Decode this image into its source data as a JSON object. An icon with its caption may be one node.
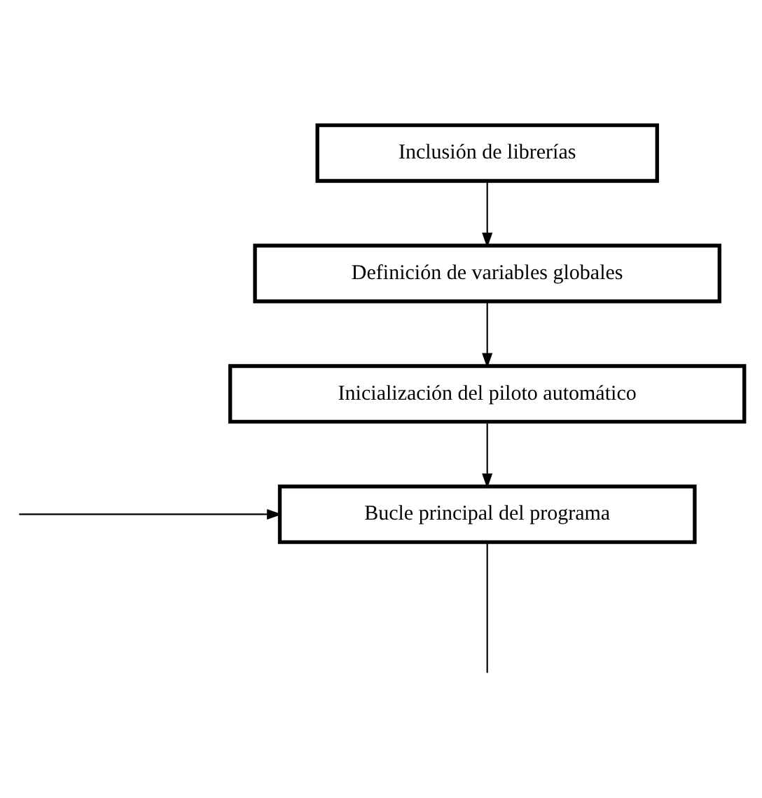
{
  "diagram": {
    "nodes": [
      {
        "text": [
          "Inclusión de librerías"
        ]
      },
      {
        "text": [
          "Definición de variables globales"
        ]
      },
      {
        "text": [
          "Inicialización del piloto automático"
        ]
      },
      {
        "text": [
          "Bucle principal del programa"
        ]
      }
    ],
    "edges": [
      {
        "from": 0,
        "to": 1,
        "arrow": "to"
      },
      {
        "from": 1,
        "to": 2,
        "arrow": "to"
      },
      {
        "from": 2,
        "to": 3,
        "arrow": "to"
      },
      {
        "from": null,
        "to": 3,
        "arrow": "to"
      },
      {
        "from": 3,
        "to": null,
        "arrow": "none"
      }
    ]
  }
}
